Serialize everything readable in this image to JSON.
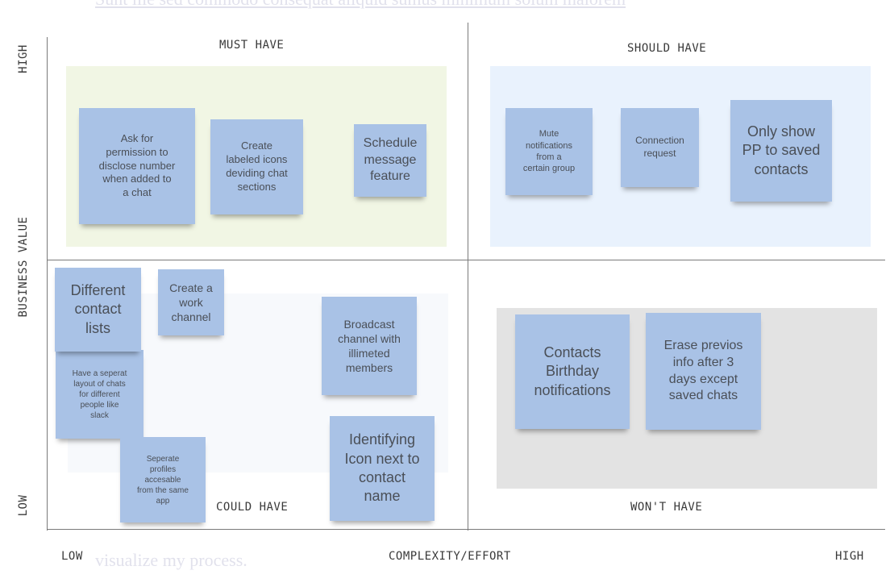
{
  "ghost_text": {
    "top": "Sunt ille sed commodo consequat aliquid sumus minimum solum maiorem",
    "bottom": "visualize my process."
  },
  "axes": {
    "y_title": "BUSINESS VALUE",
    "y_high": "HIGH",
    "y_low": "LOW",
    "x_title": "COMPLEXITY/EFFORT",
    "x_low": "LOW",
    "x_high": "HIGH"
  },
  "quadrants": {
    "must_have": "MUST HAVE",
    "should_have": "SHOULD HAVE",
    "could_have": "COULD HAVE",
    "wont_have": "WON'T HAVE"
  },
  "colors": {
    "must_have_zone": "#f1f6e4",
    "should_have_zone": "#e9f2fd",
    "could_have_zone": "#f7f9fc",
    "wont_have_zone": "#e3e3e3",
    "note": "#a9c2e6"
  },
  "notes": {
    "ask_permission": "Ask for\npermission to\ndisclose number\nwhen added to\na chat",
    "labeled_icons": "Create\nlabeled icons\ndeviding chat\nsections",
    "schedule_message": "Schedule\nmessage\nfeature",
    "mute_notifications": "Mute\nnotifications\nfrom a\ncertain group",
    "connection_request": "Connection\nrequest",
    "only_show_pp": "Only show\nPP to saved\ncontacts",
    "different_contact_lists": "Different\ncontact\nlists",
    "work_channel": "Create a\nwork\nchannel",
    "broadcast_channel": "Broadcast\nchannel with\nillimeted\nmembers",
    "seperate_layout": "Have a seperat\nlayout of chats\nfor different\npeople like\nslack",
    "seperate_profiles": "Seperate\nprofiles\naccesable\nfrom the same\napp",
    "identifying_icon": "Identifying\nIcon next to\ncontact\nname",
    "birthday_notifications": "Contacts\nBirthday\nnotifications",
    "erase_info": "Erase previos\ninfo after 3\ndays except\nsaved chats"
  }
}
